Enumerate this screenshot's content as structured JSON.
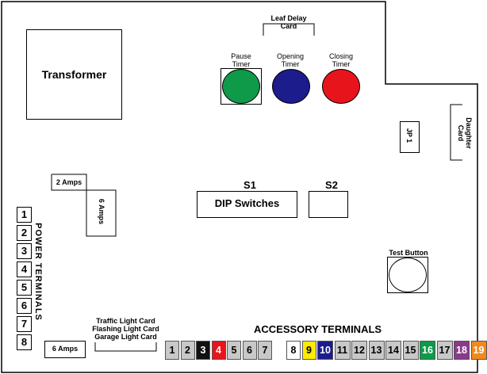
{
  "components": {
    "transformer": "Transformer",
    "leaf_delay_card": [
      "Leaf Delay",
      "Card"
    ],
    "daughter_card": [
      "Daughter",
      "Card"
    ],
    "jp1": "JP 1",
    "fuse_2a": "2 Amps",
    "fuse_6a_vertical": "6 Amps",
    "fuse_6a_bottom": "6 Amps",
    "s1_label": "S1",
    "s2_label": "S2",
    "dip_switches": "DIP Switches",
    "test_button": "Test Button",
    "light_card": [
      "Traffic Light Card",
      "Flashing Light Card",
      "Garage Light Card"
    ]
  },
  "timers": [
    {
      "label": [
        "Pause",
        "Timer"
      ],
      "color": "#0f9a4a"
    },
    {
      "label": [
        "Opening",
        "Timer"
      ],
      "color": "#1c1c8c"
    },
    {
      "label": [
        "Closing",
        "Timer"
      ],
      "color": "#e8141c"
    }
  ],
  "power_terminals": {
    "title": "POWER TERMINALS",
    "numbers": [
      "1",
      "2",
      "3",
      "4",
      "5",
      "6",
      "7",
      "8"
    ]
  },
  "accessory_terminals": {
    "title": "ACCESSORY TERMINALS",
    "items": [
      {
        "n": "1",
        "bg": "#c8c8c8",
        "fg": "#000000"
      },
      {
        "n": "2",
        "bg": "#c8c8c8",
        "fg": "#000000"
      },
      {
        "n": "3",
        "bg": "#111111",
        "fg": "#ffffff"
      },
      {
        "n": "4",
        "bg": "#e8141c",
        "fg": "#ffffff"
      },
      {
        "n": "5",
        "bg": "#c8c8c8",
        "fg": "#000000"
      },
      {
        "n": "6",
        "bg": "#c8c8c8",
        "fg": "#000000"
      },
      {
        "n": "7",
        "bg": "#c8c8c8",
        "fg": "#000000"
      },
      {
        "n": "8",
        "bg": "#ffffff",
        "fg": "#000000"
      },
      {
        "n": "9",
        "bg": "#ffeb00",
        "fg": "#000000"
      },
      {
        "n": "10",
        "bg": "#1c1c8c",
        "fg": "#ffffff"
      },
      {
        "n": "11",
        "bg": "#c8c8c8",
        "fg": "#000000"
      },
      {
        "n": "12",
        "bg": "#c8c8c8",
        "fg": "#000000"
      },
      {
        "n": "13",
        "bg": "#c8c8c8",
        "fg": "#000000"
      },
      {
        "n": "14",
        "bg": "#c8c8c8",
        "fg": "#000000"
      },
      {
        "n": "15",
        "bg": "#c8c8c8",
        "fg": "#000000"
      },
      {
        "n": "16",
        "bg": "#0f9a4a",
        "fg": "#ffffff"
      },
      {
        "n": "17",
        "bg": "#c8c8c8",
        "fg": "#000000"
      },
      {
        "n": "18",
        "bg": "#8a3a8a",
        "fg": "#ffffff"
      },
      {
        "n": "19",
        "bg": "#f08a1c",
        "fg": "#ffffff"
      }
    ]
  }
}
